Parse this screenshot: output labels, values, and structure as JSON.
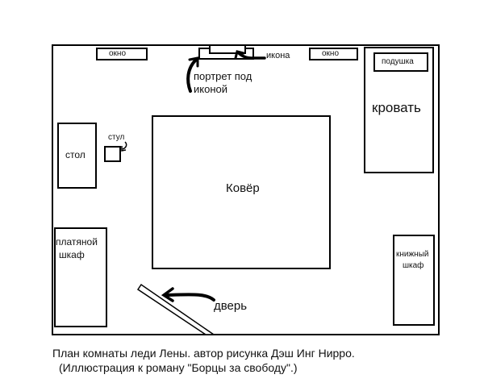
{
  "plan": {
    "windows": [
      {
        "label": "окно"
      },
      {
        "label": "окно"
      }
    ],
    "icon_label": "икона",
    "portrait_label_line1": "портрет под",
    "portrait_label_line2": "иконой",
    "pillow_label": "подушка",
    "bed_label": "кровать",
    "table_label": "стол",
    "chair_label": "стул",
    "carpet_label": "Ковёр",
    "wardrobe_line1": "платяной",
    "wardrobe_line2": "шкаф",
    "bookcase_line1": "книжный",
    "bookcase_line2": "шкаф",
    "door_label": "дверь"
  },
  "caption": {
    "line1": "План комнаты леди Лены. автор рисунка Дэш Инг Нирро.",
    "line2": "(Иллюстрация к роману \"Борцы за свободу\".)"
  }
}
